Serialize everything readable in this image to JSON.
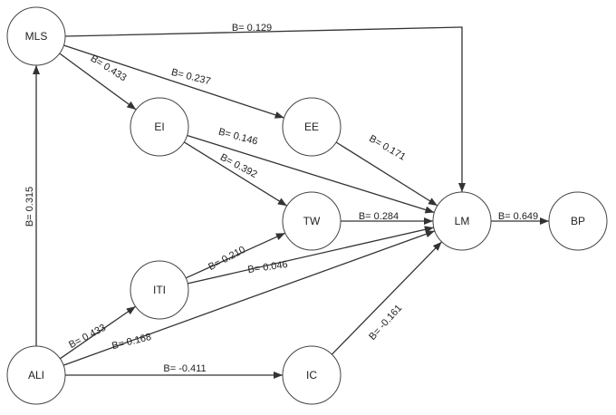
{
  "nodes": [
    {
      "id": "MLS",
      "label": "MLS"
    },
    {
      "id": "EI",
      "label": "EI"
    },
    {
      "id": "EE",
      "label": "EE"
    },
    {
      "id": "TW",
      "label": "TW"
    },
    {
      "id": "LM",
      "label": "LM"
    },
    {
      "id": "BP",
      "label": "BP"
    },
    {
      "id": "ITI",
      "label": "ITI"
    },
    {
      "id": "ALI",
      "label": "ALI"
    },
    {
      "id": "IC",
      "label": "IC"
    }
  ],
  "edges": [
    {
      "from": "MLS",
      "to": "LM",
      "label": "B= 0.129"
    },
    {
      "from": "MLS",
      "to": "EE",
      "label": "B= 0.237"
    },
    {
      "from": "MLS",
      "to": "EI",
      "label": "B= 0.433"
    },
    {
      "from": "EI",
      "to": "LM",
      "label": "B= 0.146"
    },
    {
      "from": "EI",
      "to": "TW",
      "label": "B= 0.392"
    },
    {
      "from": "EE",
      "to": "LM",
      "label": "B= 0.171"
    },
    {
      "from": "TW",
      "to": "LM",
      "label": "B= 0.284"
    },
    {
      "from": "LM",
      "to": "BP",
      "label": "B= 0.649"
    },
    {
      "from": "ALI",
      "to": "MLS",
      "label": "B= 0.315"
    },
    {
      "from": "ITI",
      "to": "TW",
      "label": "B= 0.210"
    },
    {
      "from": "ITI",
      "to": "LM",
      "label": "B= 0.046"
    },
    {
      "from": "ALI",
      "to": "ITI",
      "label": "B= 0.433"
    },
    {
      "from": "ALI",
      "to": "LM",
      "label": "B= 0.168"
    },
    {
      "from": "ALI",
      "to": "IC",
      "label": "B= -0.411"
    },
    {
      "from": "IC",
      "to": "LM",
      "label": "B= -0.161"
    }
  ]
}
